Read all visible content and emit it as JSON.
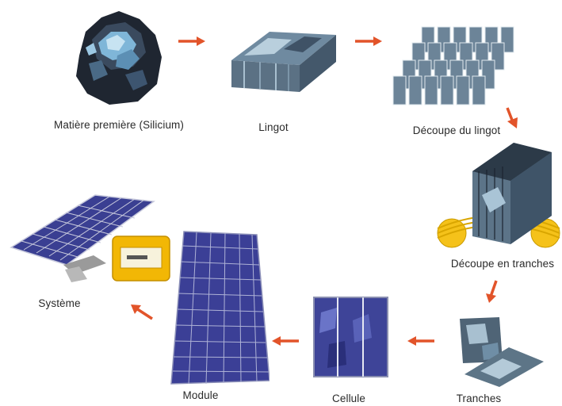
{
  "steps": [
    {
      "id": "raw-material",
      "label": "Matière première (Silicium)"
    },
    {
      "id": "ingot",
      "label": "Lingot"
    },
    {
      "id": "ingot-cutting",
      "label": "Découpe du lingot"
    },
    {
      "id": "wafer-slicing",
      "label": "Découpe en tranches"
    },
    {
      "id": "wafers",
      "label": "Tranches"
    },
    {
      "id": "cell",
      "label": "Cellule"
    },
    {
      "id": "module",
      "label": "Module"
    },
    {
      "id": "system",
      "label": "Système"
    }
  ],
  "colors": {
    "arrow": "#e2542a",
    "silicon_dark": "#2a3340",
    "silicon_light": "#8fb0c8",
    "cell_blue": "#3a3f9c",
    "wire_yellow": "#f5c21a",
    "inverter_yellow": "#f2b705"
  }
}
